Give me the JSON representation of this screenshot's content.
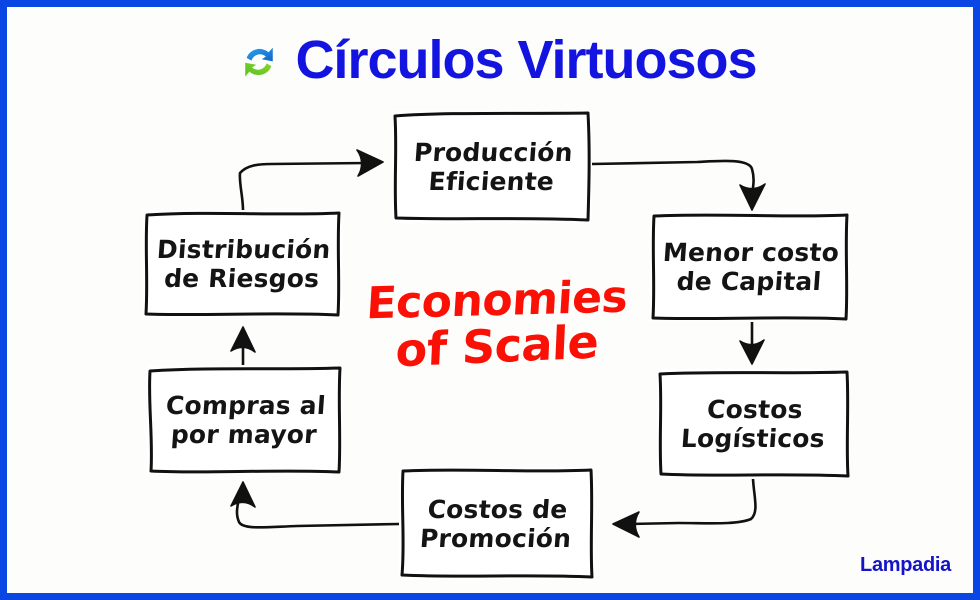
{
  "header": {
    "title": "Círculos Virtuosos",
    "icon": "recycle-circular-arrows-icon"
  },
  "diagram": {
    "type": "cycle-flowchart",
    "style": "hand-drawn whiteboard sketch",
    "center_caption": {
      "line1": "Economies",
      "line2": "of Scale",
      "color": "#fa1005"
    },
    "nodes": [
      {
        "id": "produccion",
        "label": "Producción\nEficiente"
      },
      {
        "id": "menor-costo",
        "label": "Menor costo\nde Capital"
      },
      {
        "id": "costos-log",
        "label": "Costos\nLogísticos"
      },
      {
        "id": "costos-prom",
        "label": "Costos de\nPromoción"
      },
      {
        "id": "compras",
        "label": "Compras al\npor mayor"
      },
      {
        "id": "distribucion",
        "label": "Distribución\nde Riesgos"
      }
    ],
    "edges": [
      {
        "from": "distribucion",
        "to": "produccion",
        "direction": "up-right"
      },
      {
        "from": "produccion",
        "to": "menor-costo",
        "direction": "right-down"
      },
      {
        "from": "menor-costo",
        "to": "costos-log",
        "direction": "down"
      },
      {
        "from": "costos-log",
        "to": "costos-prom",
        "direction": "down-left"
      },
      {
        "from": "costos-prom",
        "to": "compras",
        "direction": "left-up"
      },
      {
        "from": "compras",
        "to": "distribucion",
        "direction": "up"
      }
    ]
  },
  "watermark": {
    "text": "Lampadia"
  },
  "colors": {
    "border": "#0a46e4",
    "title": "#1414e0",
    "accent_red": "#fa1005",
    "ink": "#141414",
    "background": "#fdfdfc"
  }
}
